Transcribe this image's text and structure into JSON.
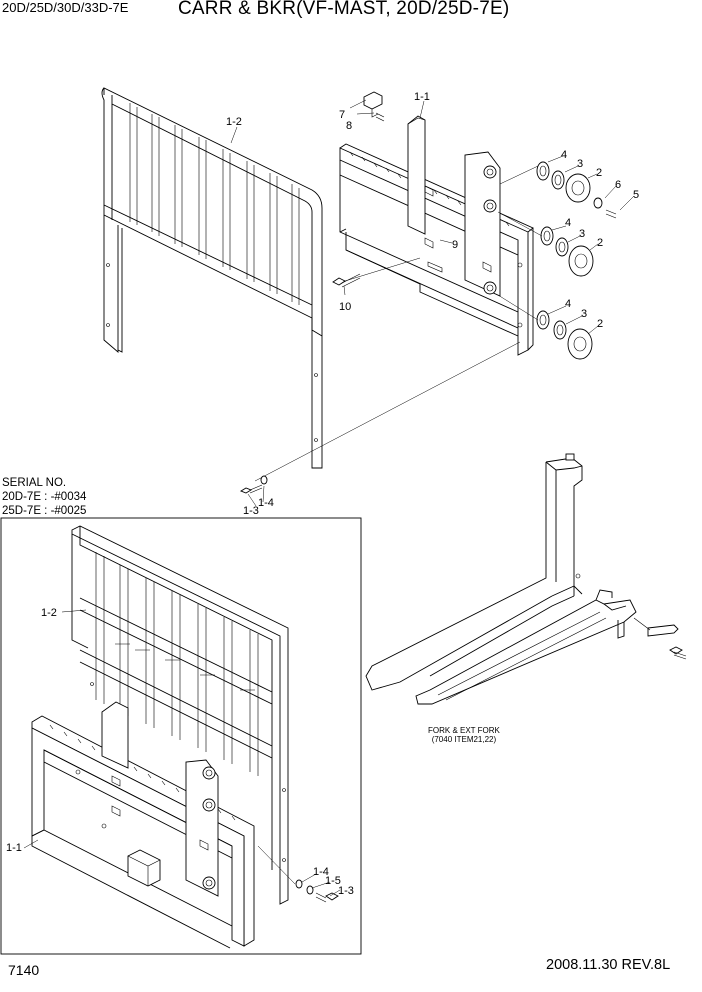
{
  "header": {
    "model": "20D/25D/30D/33D-7E",
    "title": "CARR & BKR(VF-MAST, 20D/25D-7E)"
  },
  "serial": {
    "heading": "SERIAL NO.",
    "line1": "20D-7E : -#0034",
    "line2": "25D-7E : -#0025"
  },
  "fork_caption": {
    "line1": "FORK & EXT FORK",
    "line2": "(7040 ITEM21,22)"
  },
  "callouts": {
    "c1_1_top": "1-1",
    "c1_2_top": "1-2",
    "c7": "7",
    "c8": "8",
    "c4a": "4",
    "c3a": "3",
    "c2a": "2",
    "c6": "6",
    "c5": "5",
    "c4b": "4",
    "c3b": "3",
    "c2b": "2",
    "c9": "9",
    "c10": "10",
    "c4c": "4",
    "c3c": "3",
    "c2c": "2",
    "c1_3_top": "1-3",
    "c1_4_top": "1-4",
    "c1_2_box": "1-2",
    "c1_1_box": "1-1",
    "c1_4_box": "1-4",
    "c1_5_box": "1-5",
    "c1_3_box": "1-3"
  },
  "footer": {
    "page_number": "7140",
    "date_rev": "2008.11.30  REV.8L"
  }
}
